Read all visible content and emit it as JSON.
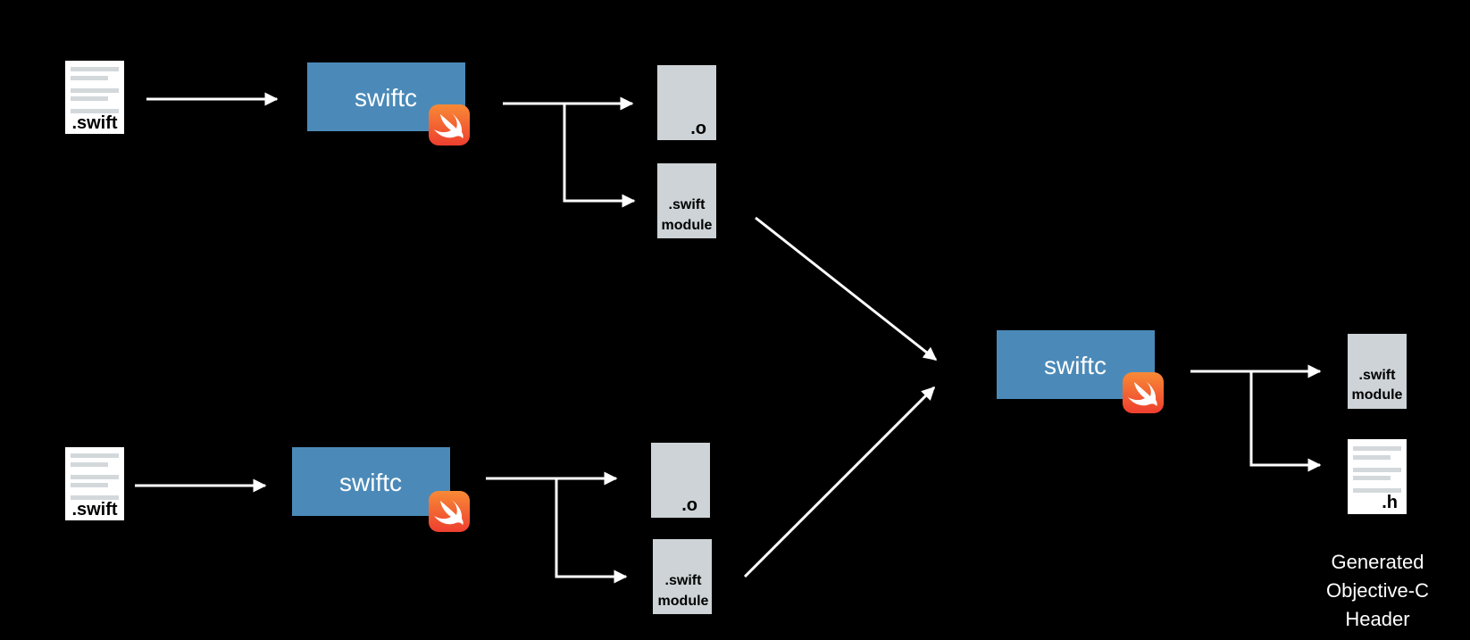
{
  "files": {
    "swift_ext": ".swift",
    "object_ext": ".o",
    "module_line1": ".swift",
    "module_line2": "module",
    "header_ext": ".h"
  },
  "compiler": {
    "label": "swiftc",
    "icon": "swift-logo-icon",
    "box_color": "#4b8ab8"
  },
  "caption": {
    "line1": "Generated",
    "line2": "Objective-C",
    "line3": "Header"
  },
  "colors": {
    "background": "#000000",
    "doc_page": "#ffffff",
    "artifact_fill": "#cdd3d6",
    "swift_orange": "#f05138"
  }
}
